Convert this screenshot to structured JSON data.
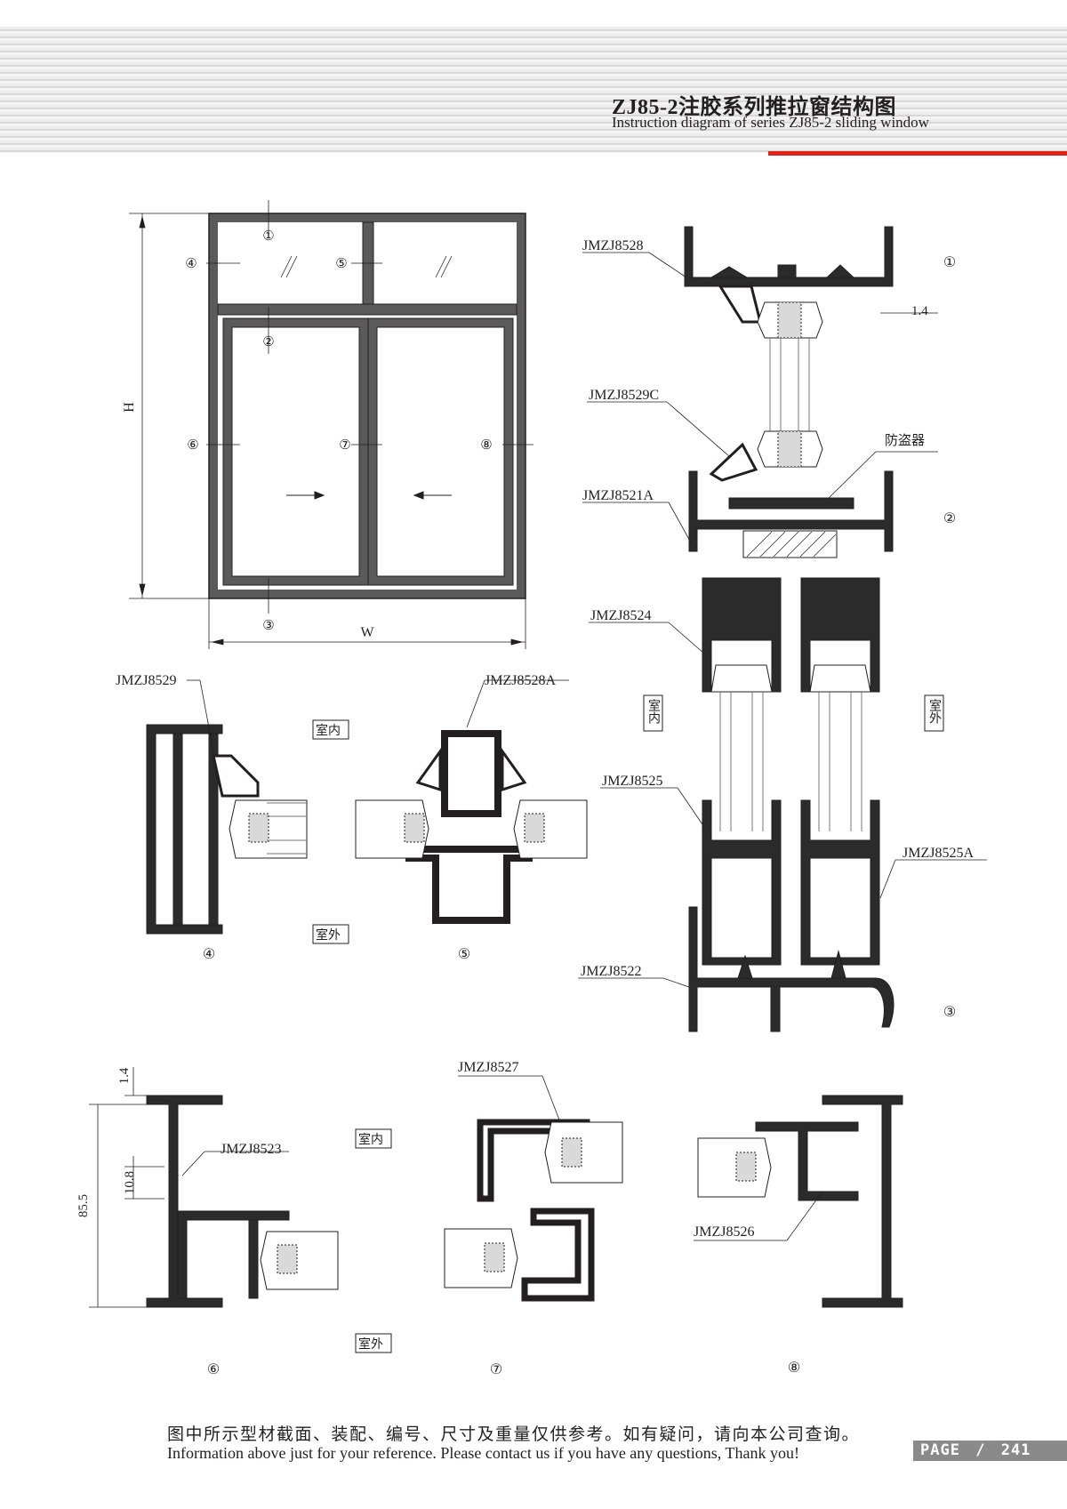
{
  "header": {
    "title": "ZJ85-2注胶系列推拉窗结构图",
    "subtitle": "Instruction diagram of series ZJ85-2 sliding window"
  },
  "elevation": {
    "height_label": "H",
    "width_label": "W",
    "markers": [
      "①",
      "②",
      "③",
      "④",
      "⑤",
      "⑥",
      "⑦",
      "⑧"
    ]
  },
  "section_labels": {
    "indoor": "室内",
    "outdoor": "室外",
    "anti_theft": "防盗器"
  },
  "profiles": {
    "p8528": "JMZJ8528",
    "p8529c": "JMZJ8529C",
    "p8521a": "JMZJ8521A",
    "p8524": "JMZJ8524",
    "p8525": "JMZJ8525",
    "p8525a": "JMZJ8525A",
    "p8522": "JMZJ8522",
    "p8529": "JMZJ8529",
    "p8528a": "JMZJ8528A",
    "p8523": "JMZJ8523",
    "p8527": "JMZJ8527",
    "p8526": "JMZJ8526"
  },
  "dimensions": {
    "wall": "1.4",
    "wall2": "1.4",
    "slot": "10.8",
    "depth": "85.5"
  },
  "footer": {
    "note_cn": "图中所示型材截面、装配、编号、尺寸及重量仅供参考。如有疑问，请向本公司查询。",
    "note_en": "Information above just for your reference. Please contact us if you have any questions, Thank you!",
    "page_label": "PAGE",
    "page_sep": "/",
    "page_number": "241"
  },
  "colors": {
    "profile_fill": "#2b2b2b",
    "frame_fill": "#5a5a5a",
    "glass_line": "#777777",
    "accent_red": "#e2231a",
    "badge_grey": "#8a8a8a"
  }
}
